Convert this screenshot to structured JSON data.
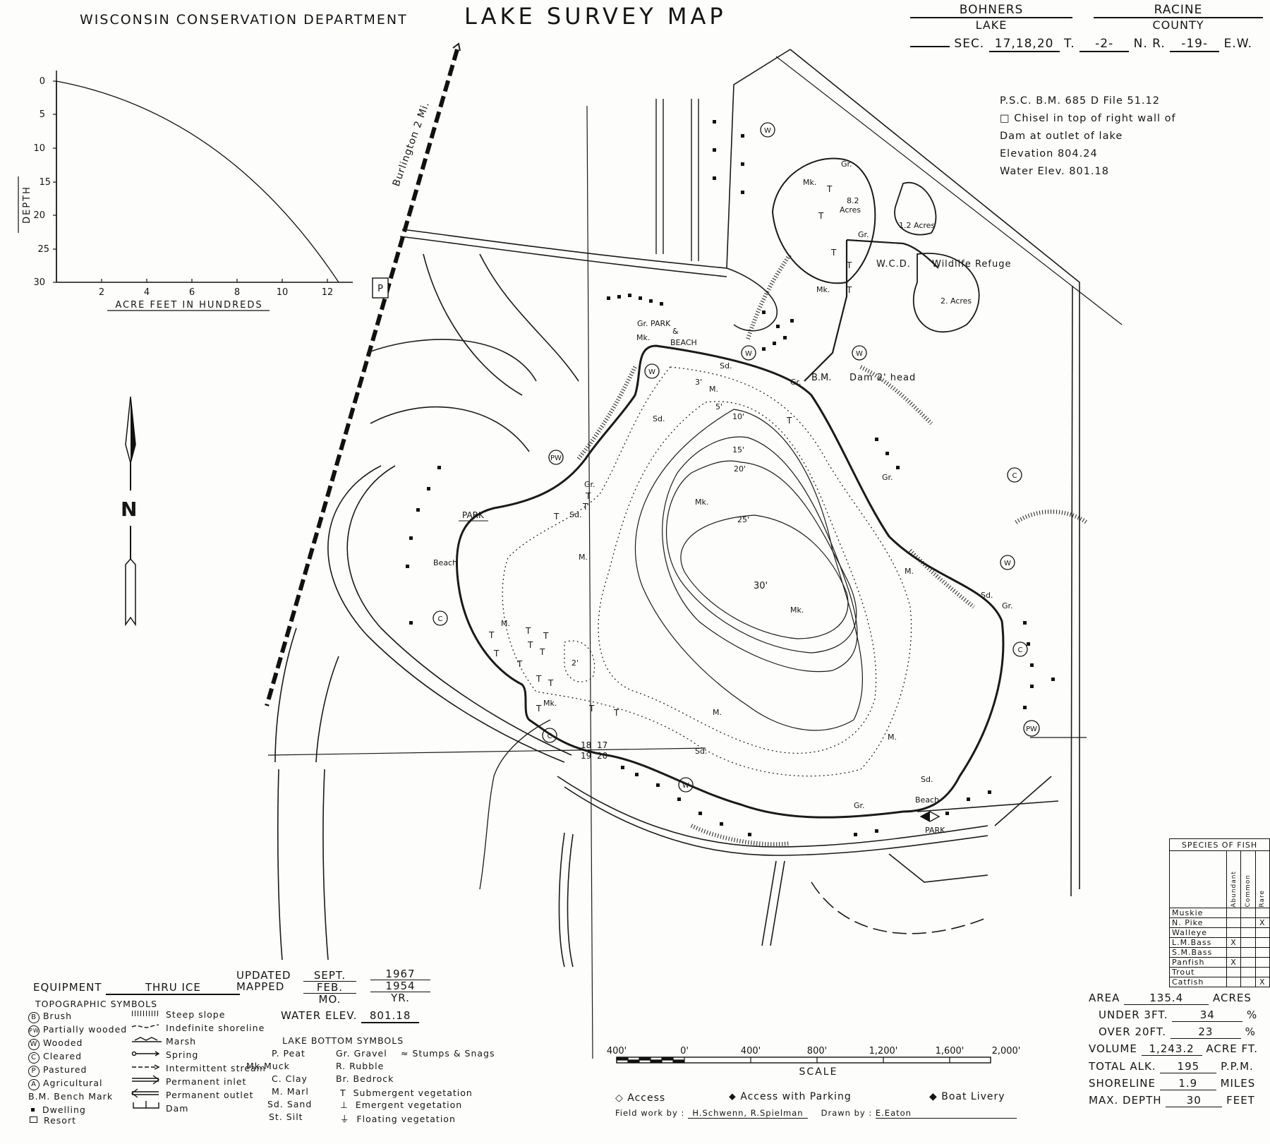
{
  "header": {
    "department": "WISCONSIN CONSERVATION DEPARTMENT",
    "title": "LAKE SURVEY MAP",
    "lake_name": "BOHNERS",
    "lake_label": "LAKE",
    "county_name": "RACINE",
    "county_label": "COUNTY",
    "sec_label": "SEC.",
    "sec_value": "17,18,20",
    "t_label": "T.",
    "t_value": "-2-",
    "nr_label": "N. R.",
    "nr_value": "-19-",
    "e_label": "E.W."
  },
  "benchmark": {
    "line1": "P.S.C. B.M. 685 D File 51.12",
    "line2": "□ Chisel in top of right wall of",
    "line3": "Dam at outlet of lake",
    "line4": "Elevation   804.24",
    "line5": "Water Elev. 801.18"
  },
  "hypsograph": {
    "y_label": "DEPTH",
    "x_label": "ACRE  FEET  IN  HUNDREDS",
    "y_ticks": [
      "0",
      "5",
      "10",
      "15",
      "20",
      "25",
      "30"
    ],
    "x_ticks": [
      "2",
      "4",
      "6",
      "8",
      "10",
      "12"
    ]
  },
  "north_label": "N",
  "map_labels": {
    "burlington": "Burlington  2  Mi.",
    "p_marker": "P",
    "park_beach": "Gr. PARK",
    "park_beach2": "&",
    "park_beach3": "BEACH",
    "park_w": "PARK",
    "beach_w": "Beach",
    "beach_s": "Beach",
    "park_s": "PARK",
    "wcd": "W.C.D.",
    "refuge": "Wildlife   Refuge",
    "acres_12": "1.2 Acres",
    "acres_2": "2. Acres",
    "acres_82": "8.2",
    "acres_82b": "Acres",
    "dam": "Dam  2'  head",
    "bm": "B.M.",
    "sec_18": "18",
    "sec_17": "17",
    "sec_19": "19",
    "sec_20": "20",
    "depth_3": "3'",
    "depth_5": "5'",
    "depth_10": "10'",
    "depth_15": "15'",
    "depth_20": "20'",
    "depth_25": "25'",
    "depth_30": "30'",
    "sd2": "2'"
  },
  "equipment": {
    "label": "EQUIPMENT",
    "value": "THRU  ICE",
    "updated_label": "UPDATED",
    "mapped_label": "MAPPED",
    "updated_mo": "SEPT.",
    "updated_yr": "1967",
    "mapped_mo": "FEB.",
    "mapped_yr": "1954",
    "mo_label": "MO.",
    "yr_label": "YR.",
    "water_elev_label": "WATER  ELEV.",
    "water_elev_value": "801.18"
  },
  "topo_legend": {
    "title": "TOPOGRAPHIC  SYMBOLS",
    "items": [
      {
        "sym": "B",
        "label": "Brush"
      },
      {
        "sym": "PW",
        "label": "Partially wooded"
      },
      {
        "sym": "W",
        "label": "Wooded"
      },
      {
        "sym": "C",
        "label": "Cleared"
      },
      {
        "sym": "P",
        "label": "Pastured"
      },
      {
        "sym": "A",
        "label": "Agricultural"
      }
    ],
    "bench_mark": "B.M. Bench Mark",
    "dwelling": "Dwelling",
    "resort": "Resort",
    "lines": [
      "Steep slope",
      "Indefinite shoreline",
      "Marsh",
      "Spring",
      "Intermittent  stream",
      "Permanent inlet",
      "Permanent outlet",
      "Dam"
    ]
  },
  "bottom_legend": {
    "title": "LAKE  BOTTOM  SYMBOLS",
    "col1": [
      "P. Peat",
      "Mk.Muck",
      "C. Clay",
      "M. Marl",
      "Sd. Sand",
      "St. Silt"
    ],
    "col2": [
      "Gr. Gravel",
      "R. Rubble",
      "Br. Bedrock"
    ],
    "stumps": "Stumps  &  Snags",
    "veg": [
      "Submergent  vegetation",
      "Emergent  vegetation",
      "Floating  vegetation"
    ]
  },
  "scale": {
    "ticks": [
      "400'",
      "0'",
      "400'",
      "800'",
      "1,200'",
      "1,600'",
      "2,000'"
    ],
    "label": "SCALE"
  },
  "access_legend": {
    "access": "Access",
    "access_parking": "Access with Parking",
    "boat_livery": "Boat Livery"
  },
  "credits": {
    "field_label": "Field  work  by :",
    "field_value": "H.Schwenn, R.Spielman",
    "drawn_label": "Drawn  by :",
    "drawn_value": "E.Eaton"
  },
  "fish": {
    "title": "SPECIES OF FISH",
    "columns": [
      "Abundant",
      "Common",
      "Rare"
    ],
    "rows": [
      {
        "name": "Muskie",
        "marks": [
          "",
          "",
          ""
        ]
      },
      {
        "name": "N. Pike",
        "marks": [
          "",
          "",
          "X"
        ]
      },
      {
        "name": "Walleye",
        "marks": [
          "",
          "",
          ""
        ]
      },
      {
        "name": "L.M.Bass",
        "marks": [
          "X",
          "",
          ""
        ]
      },
      {
        "name": "S.M.Bass",
        "marks": [
          "",
          "",
          ""
        ]
      },
      {
        "name": "Panfish",
        "marks": [
          "X",
          "",
          ""
        ]
      },
      {
        "name": "Trout",
        "marks": [
          "",
          "",
          ""
        ]
      },
      {
        "name": "Catfish",
        "marks": [
          "",
          "",
          "X"
        ]
      }
    ]
  },
  "stats": {
    "area_label": "AREA",
    "area_value": "135.4",
    "area_unit": "ACRES",
    "under3_label": "UNDER 3FT.",
    "under3_value": "34",
    "under3_unit": "%",
    "over20_label": "OVER  20FT.",
    "over20_value": "23",
    "over20_unit": "%",
    "volume_label": "VOLUME",
    "volume_value": "1,243.2",
    "volume_unit": "ACRE FT.",
    "alk_label": "TOTAL ALK.",
    "alk_value": "195",
    "alk_unit": "P.P.M.",
    "shore_label": "SHORELINE",
    "shore_value": "1.9",
    "shore_unit": "MILES",
    "depth_label": "MAX. DEPTH",
    "depth_value": "30",
    "depth_unit": "FEET"
  }
}
